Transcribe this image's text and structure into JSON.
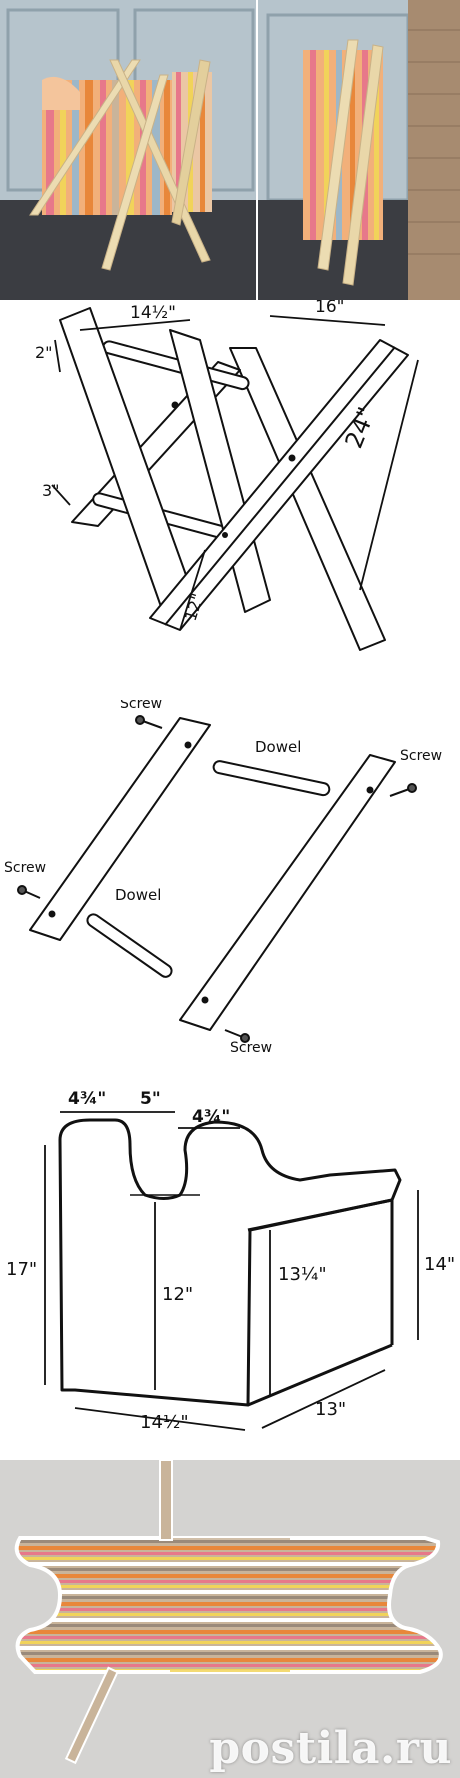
{
  "frame_labels": {
    "top_width": "14½\"",
    "top_depth": "16\"",
    "thickness": "2\"",
    "leg_width": "3\"",
    "leg_length": "24\"",
    "pivot": "12\""
  },
  "parts_labels": {
    "screw_top": "Screw",
    "screw_right": "Screw",
    "screw_left": "Screw",
    "screw_bottom": "Screw",
    "dowel_top": "Dowel",
    "dowel_bottom": "Dowel"
  },
  "pattern_labels": {
    "handle_left": "4¾\"",
    "gap": "5\"",
    "handle_right": "4¾\"",
    "height_total": "17\"",
    "height_inner": "12\"",
    "height_side": "13¼\"",
    "height_back": "14\"",
    "width_front": "14½\"",
    "depth": "13\""
  },
  "watermark": "postila.ru",
  "colors": {
    "stripe_orange": "#e8873a",
    "stripe_pink": "#e7788a",
    "stripe_yellow": "#f1d35a",
    "wood": "#e9d7a9",
    "garage": "#b6c4cc"
  }
}
